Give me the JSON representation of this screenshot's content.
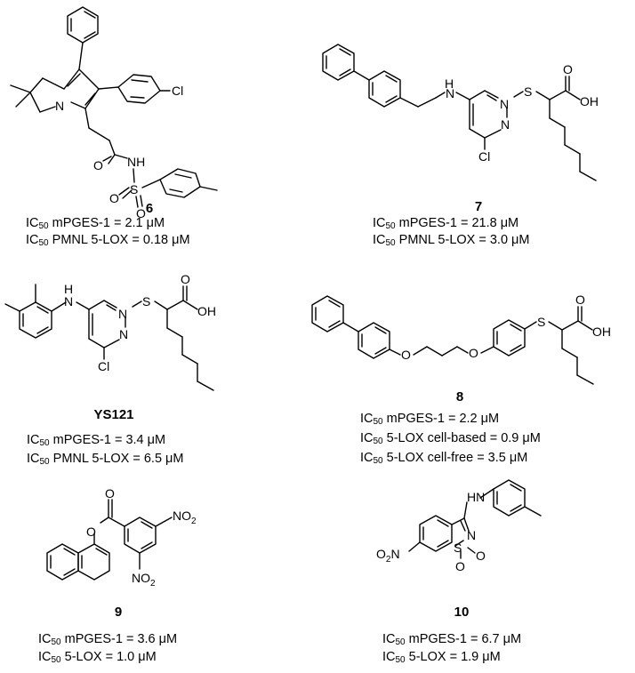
{
  "compounds": [
    {
      "id": "6",
      "atoms": {
        "n": "N",
        "cl": "Cl",
        "o": "O",
        "nh": "NH",
        "s": "S",
        "o2": "O",
        "o3": "O"
      },
      "lines": [
        {
          "label": "IC",
          "sub": "50",
          "rest": " mPGES-1 = 2.1 μM"
        },
        {
          "label": "IC",
          "sub": "50",
          "rest": " PMNL 5-LOX = 0.18 μM"
        }
      ]
    },
    {
      "id": "7",
      "atoms": {
        "h": "H",
        "n": "N",
        "n1": "N",
        "n2": "N",
        "s": "S",
        "o": "O",
        "oh": "OH",
        "cl": "Cl"
      },
      "lines": [
        {
          "label": "IC",
          "sub": "50",
          "rest": " mPGES-1 = 21.8 μM"
        },
        {
          "label": "IC",
          "sub": "50",
          "rest": " PMNL 5-LOX = 3.0 μM"
        }
      ]
    },
    {
      "id": "YS121",
      "atoms": {
        "h": "H",
        "n": "N",
        "n1": "N",
        "n2": "N",
        "s": "S",
        "o": "O",
        "oh": "OH",
        "cl": "Cl"
      },
      "lines": [
        {
          "label": "IC",
          "sub": "50",
          "rest": " mPGES-1 = 3.4 μM"
        },
        {
          "label": "IC",
          "sub": "50",
          "rest": " PMNL 5-LOX = 6.5 μM"
        }
      ]
    },
    {
      "id": "8",
      "atoms": {
        "o1": "O",
        "o2": "O",
        "s": "S",
        "o": "O",
        "oh": "OH"
      },
      "lines": [
        {
          "label": "IC",
          "sub": "50",
          "rest": " mPGES-1 = 2.2 μM"
        },
        {
          "label": "IC",
          "sub": "50",
          "rest": " 5-LOX cell-based = 0.9 μM"
        },
        {
          "label": "IC",
          "sub": "50",
          "rest": " 5-LOX cell-free = 3.5 μM"
        }
      ]
    },
    {
      "id": "9",
      "atoms": {
        "o": "O",
        "oe": "O",
        "no2a": "NO",
        "no2a_sub": "2",
        "no2b": "NO",
        "no2b_sub": "2"
      },
      "lines": [
        {
          "label": "IC",
          "sub": "50",
          "rest": " mPGES-1 = 3.6 μM"
        },
        {
          "label": "IC",
          "sub": "50",
          "rest": " 5-LOX = 1.0 μM"
        }
      ]
    },
    {
      "id": "10",
      "atoms": {
        "hn": "HN",
        "n": "N",
        "s": "S",
        "o1": "O",
        "o2": "O",
        "o2n": "O",
        "o2n_sub": "2",
        "o2n_n": "N"
      },
      "lines": [
        {
          "label": "IC",
          "sub": "50",
          "rest": " mPGES-1 = 6.7 μM"
        },
        {
          "label": "IC",
          "sub": "50",
          "rest": " 5-LOX = 1.9 μM"
        }
      ]
    }
  ]
}
